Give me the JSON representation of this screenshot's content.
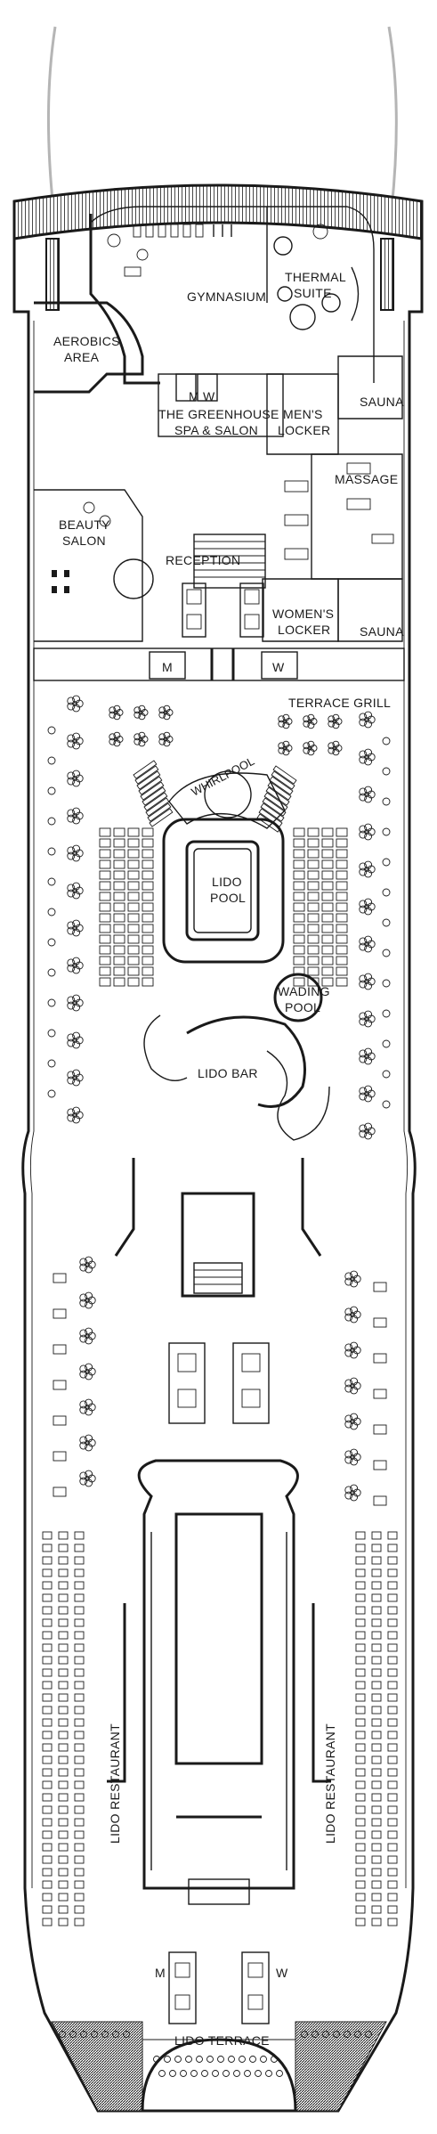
{
  "deck": {
    "areas": {
      "aerobics": [
        "AEROBICS",
        "AREA"
      ],
      "gymnasium": "GYMNASIUM",
      "thermal_suite": [
        "THERMAL",
        "SUITE"
      ],
      "greenhouse": [
        "THE GREENHOUSE",
        "SPA & SALON"
      ],
      "mens_locker": [
        "MEN'S",
        "LOCKER"
      ],
      "sauna_top": "SAUNA",
      "massage": "MASSAGE",
      "beauty_salon": [
        "BEAUTY",
        "SALON"
      ],
      "reception": "RECEPTION",
      "womens_locker": [
        "WOMEN'S",
        "LOCKER"
      ],
      "sauna_bottom": "SAUNA",
      "terrace_grill": "TERRACE GRILL",
      "whirlpool": "WHIRLPOOL",
      "lido_pool": [
        "LIDO",
        "POOL"
      ],
      "wading_pool": [
        "WADING",
        "POOL"
      ],
      "lido_bar": "LIDO BAR",
      "lido_restaurant_left": "LIDO RESTAURANT",
      "lido_restaurant_right": "LIDO RESTAURANT",
      "lido_terrace": "LIDO TERRACE"
    },
    "restrooms": {
      "spa_m1": "M",
      "spa_w1": "W",
      "m_mid": "M",
      "w_mid": "W",
      "m_aft": "M",
      "w_aft": "W"
    }
  }
}
